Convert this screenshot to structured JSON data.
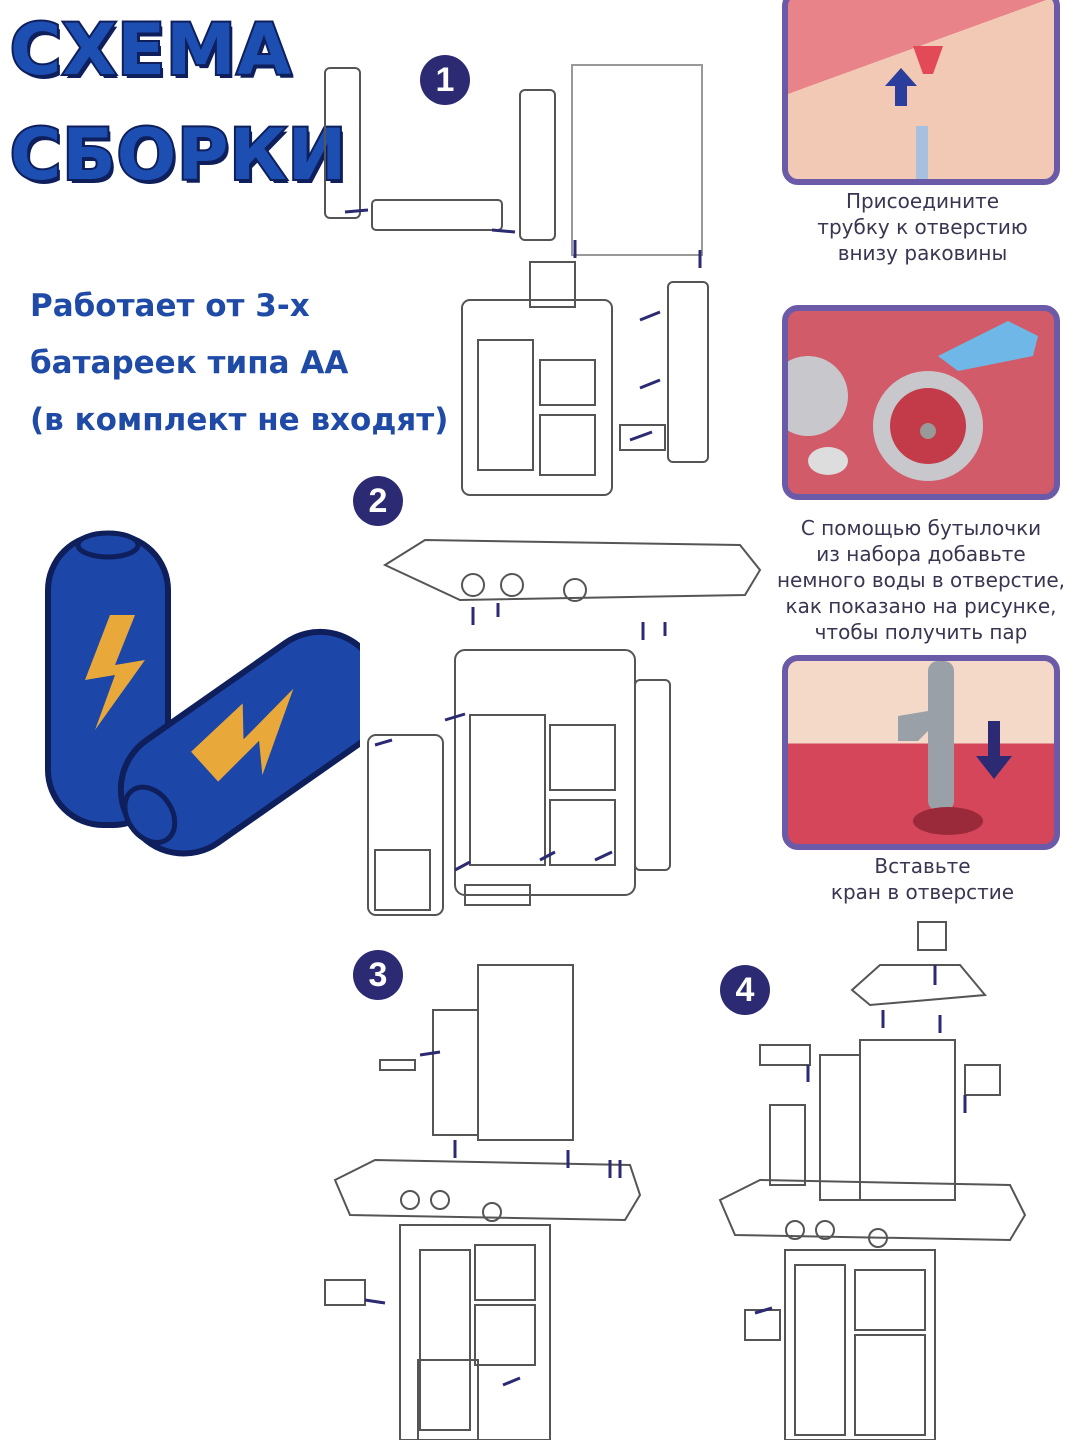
{
  "title": {
    "line1": "СХЕМА",
    "line2": "СБОРКИ"
  },
  "battery_note": {
    "line1": "Работает от 3-х",
    "line2": "батареек типа АА",
    "line3": "(в комплект не входят)"
  },
  "steps": [
    "1",
    "2",
    "3",
    "4"
  ],
  "tips": [
    {
      "lines": [
        "Присоедините",
        "трубку к отверстию",
        "внизу раковины"
      ]
    },
    {
      "lines": [
        "С помощью бутылочки",
        "из набора добавьте",
        "немного воды в отверстие,",
        "как показано на рисунке,",
        "чтобы получить пар"
      ]
    },
    {
      "lines": [
        "Вставьте",
        "кран в отверстие"
      ]
    }
  ],
  "colors": {
    "title": "#1d4fb3",
    "accent": "#2c2a72",
    "frame": "#6b5aa8",
    "battery": "#1c46a8",
    "bolt": "#e8a93a"
  }
}
